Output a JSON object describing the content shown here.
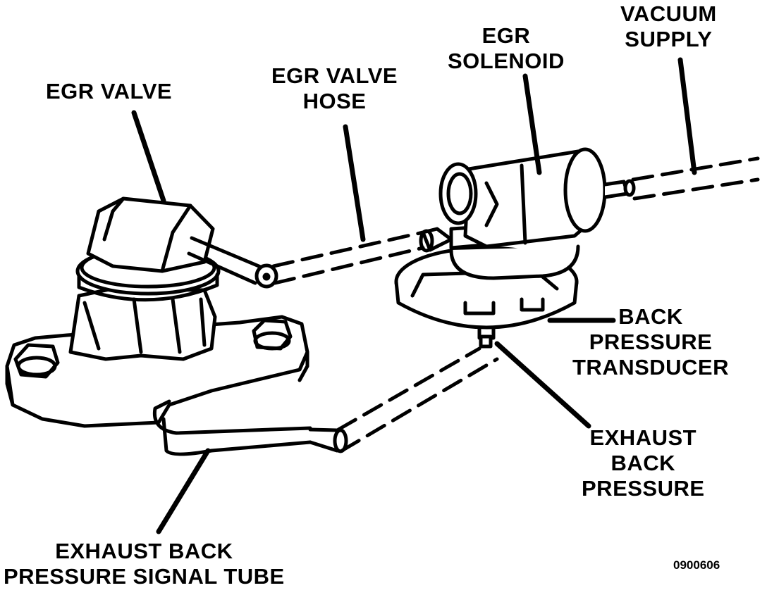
{
  "diagram": {
    "labels": {
      "egr_valve": [
        "EGR VALVE"
      ],
      "egr_valve_hose": [
        "EGR VALVE",
        "HOSE"
      ],
      "egr_solenoid": [
        "EGR",
        "SOLENOID"
      ],
      "vacuum_supply": [
        "VACUUM",
        "SUPPLY"
      ],
      "back_pressure_transducer": [
        "BACK",
        "PRESSURE",
        "TRANSDUCER"
      ],
      "exhaust_back_pressure": [
        "EXHAUST",
        "BACK",
        "PRESSURE"
      ],
      "exhaust_back_pressure_signal_tube": [
        "EXHAUST BACK",
        "PRESSURE SIGNAL TUBE"
      ]
    },
    "figure_id": "0900606"
  }
}
